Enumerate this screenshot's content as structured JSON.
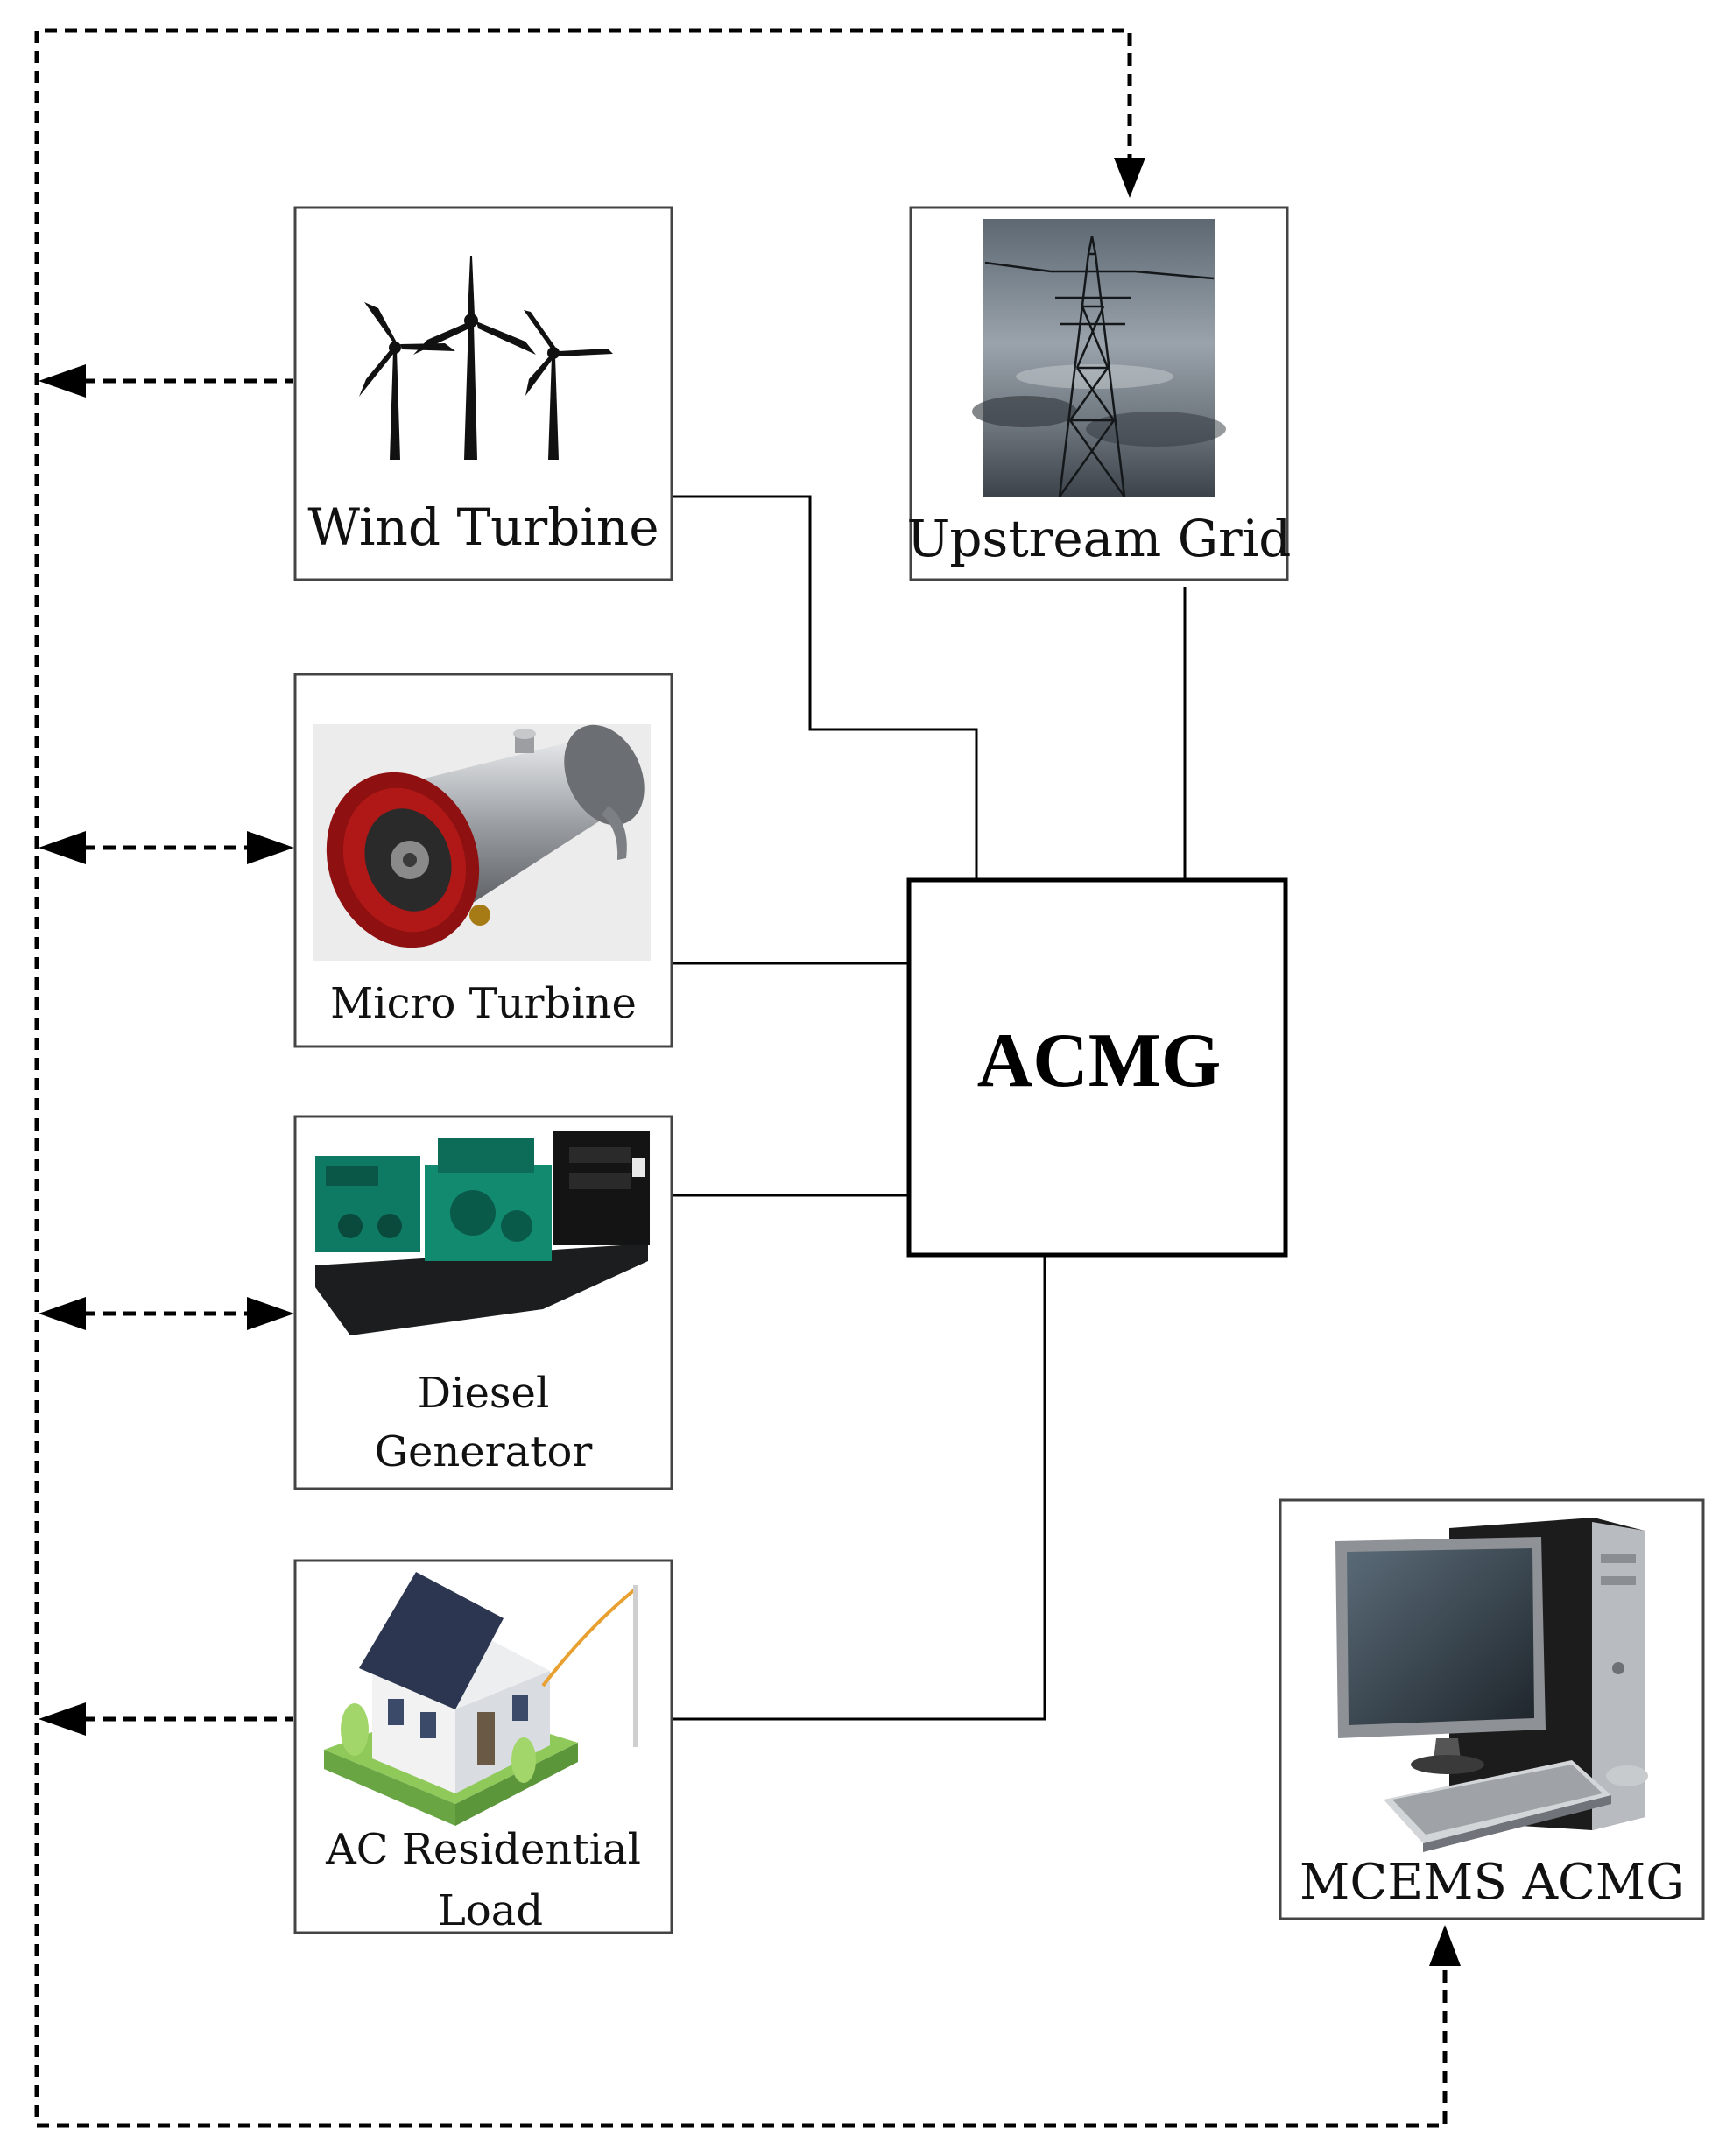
{
  "hub": {
    "label": "ACMG"
  },
  "nodes": {
    "wind": {
      "label": "Wind Turbine",
      "icon": "wind-turbine-icon"
    },
    "micro": {
      "label": "Micro Turbine",
      "icon": "micro-turbine-icon"
    },
    "diesel": {
      "label_line1": "Diesel",
      "label_line2": "Generator",
      "icon": "diesel-generator-icon"
    },
    "load": {
      "label_line1": "AC Residential",
      "label_line2": "Load",
      "icon": "house-icon"
    },
    "grid": {
      "label": "Upstream Grid",
      "icon": "transmission-tower-icon"
    },
    "mcems": {
      "label": "MCEMS ACMG",
      "icon": "desktop-computer-icon"
    }
  },
  "colors": {
    "line": "#000000",
    "box_border": "#333333",
    "turbine_red": "#b01818",
    "generator_green": "#0e7a63",
    "roof": "#2c3650",
    "grass": "#8fc95a"
  }
}
